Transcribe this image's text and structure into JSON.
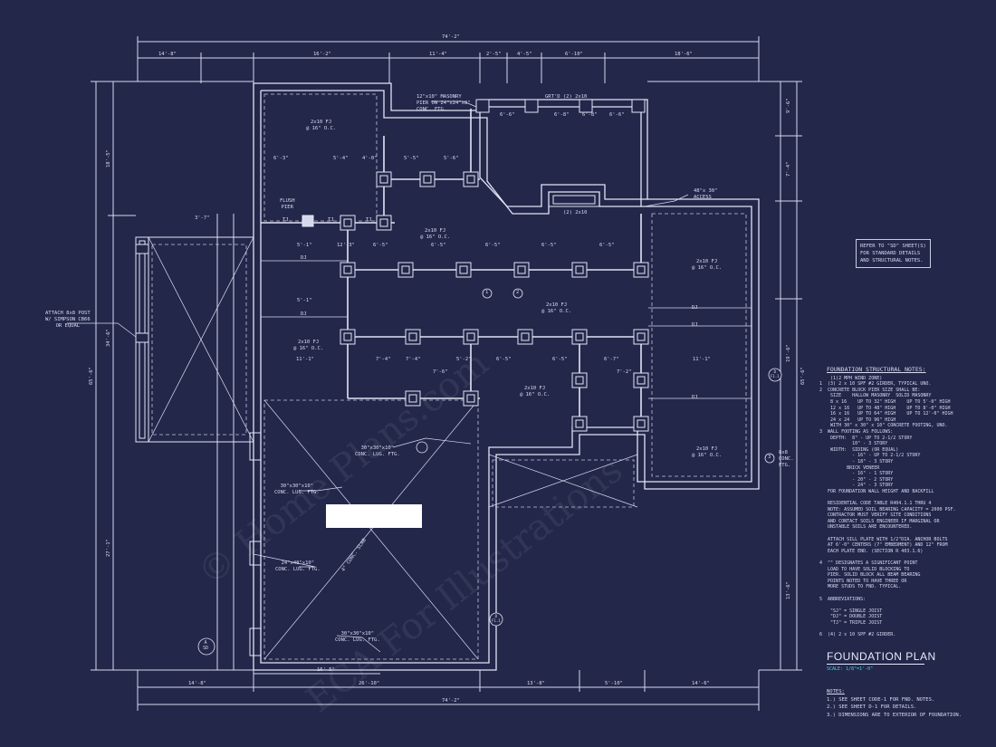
{
  "sheet": {
    "title": "FOUNDATION PLAN",
    "scale_label": "SCALE: 1/8\"=1'-0\"",
    "refer_note": "REFER TO \"SD\" SHEET(S)\nFOR STANDARD DETAILS\nAND STRUCTURAL NOTES.",
    "watermark_1": "© Home Plans.com",
    "watermark_2": "ECA For Illustrations"
  },
  "dimensions": {
    "overall_top": "74'-2\"",
    "overall_bottom": "74'-2\"",
    "top_segments": [
      "14'-8\"",
      "16'-2\"",
      "11'-4\"",
      "2'-5\"",
      "4'-5\"",
      "6'-10\"",
      "18'-6\""
    ],
    "bottom_segments": [
      "14'-8\"",
      "26'-10\"",
      "13'-8\"",
      "5'-10\"",
      "14'-6\""
    ],
    "bottom_inner": "16'-5\"",
    "left_overall": "65'-6\"",
    "right_overall": "65'-6\"",
    "left_segments": [
      "18'-5\"",
      "27'-1\"",
      "34'-6\""
    ],
    "right_segments": [
      "9'-6\"",
      "7'-4\"",
      "13'-6\"",
      "19'-6\""
    ],
    "interior": [
      "6'-3\"",
      "5'-4\"",
      "4'-0\"",
      "5'-5\"",
      "5'-6\"",
      "6'-6\"",
      "6'-8\"",
      "6'-8\"",
      "6'-6\"",
      "5'-1\"",
      "5'-1\"",
      "3'-7\"",
      "12'-3\"",
      "6'-5\"",
      "6'-5\"",
      "6'-5\"",
      "6'-5\"",
      "6'-5\"",
      "11'-1\"",
      "7'-4\"",
      "7'-4\"",
      "7'-6\"",
      "5'-2\"",
      "6'-5\"",
      "6'-5\"",
      "6'-7\"",
      "7'-2\"",
      "11'-1\""
    ]
  },
  "labels": {
    "masonry_pier": "12\"x10\" MASONRY\nPIER ON 24\"x24\"x8\"\nCONC. FTG.",
    "girder_top": "GRT'D (2) 2x10",
    "flush_pier": "FLUSH\nPIER",
    "access": "48\"x 30\"\nACCESS",
    "girder_mid": "(2) 2x10",
    "post_note": "ATTACH 8x8 POST\nW/ SIMPSON CB66\nOR EQUAL",
    "ftg_1": "30\"x30\"x10\"\nCONC. LUG. FTG.",
    "ftg_2": "30\"x30\"x10\"\nCONC. LUG. FTG.",
    "ftg_3": "24\"x48\"x10\"\nCONC. LUG. FTG.",
    "ftg_4": "30\"x30\"x10\"\nCONC. LUG. FTG.",
    "post_8x8": "8x8\nCONC.\nFTG.",
    "fj_labels": [
      "2x10 FJ\n@ 16\" O.C.",
      "2x10 FJ\n@ 16\" O.C.",
      "2x10 FJ\n@ 16\" O.C.",
      "2x10 FJ\n@ 16\" O.C.",
      "2x10 FJ\n@ 16\" O.C.",
      "2x10 FJ\n@ 16\" O.C.",
      "2x10 FJ\n@ 16\" O.C."
    ],
    "dj": "DJ",
    "tj": "TJ",
    "section_a": "A\nSD",
    "section_d": "D\nF1.1",
    "crawl": "4\" CONC. SLAB",
    "tag_1": "1",
    "tag_2": "2",
    "tag_3": "3"
  },
  "notes": {
    "heading": "FOUNDATION STRUCTURAL NOTES:",
    "items": [
      "    (1)2 MPH WIND ZONE)",
      "1  (3) 2 x 10 SPF #2 GIRDER, TYPICAL UNO.",
      "2  CONCRETE BLOCK PIER SIZE SHALL BE:",
      "    SIZE    HALLOW MASONRY  SOLID MASONRY",
      "    8 x 16    UP TO 32\" HIGH    UP TO 5'-0\" HIGH",
      "    12 x 16   UP TO 48\" HIGH    UP TO 8'-0\" HIGH",
      "    16 x 16   UP TO 64\" HIGH    UP TO 12'-0\" HIGH",
      "    24 x 24   UP TO 96\" HIGH",
      "    WITH 30\" x 30\" x 10\" CONCRETE FOOTING, UNO.",
      "3  WALL FOOTING AS FOLLOWS:",
      "    DEPTH:  8\" - UP TO 2-1/2 STORY",
      "            10\" - 3 STORY",
      "    WIDTH:  SIDING (OR EQUAL)",
      "            - 16\" - UP TO 2-1/2 STORY",
      "            - 18\" - 3 STORY",
      "          BRICK VENEER",
      "            - 16\" - 1 STORY",
      "            - 20\" - 2 STORY",
      "            - 24\" - 3 STORY",
      "   FOR FOUNDATION WALL HEIGHT AND BACKFILL",
      "",
      "   RESIDENTIAL CODE TABLE R404.1.1 THRU 4",
      "   NOTE: ASSUMED SOIL BEARING CAPACITY = 2000 PSF.",
      "   CONTRACTOR MUST VERIFY SITE CONDITIONS",
      "   AND CONTACT SOILS ENGINEER IF MARGINAL OR",
      "   UNSTABLE SOILS ARE ENCOUNTERED.",
      "",
      "   ATTACH SILL PLATE WITH 1/2\"DIA. ANCHOR BOLTS",
      "   AT 6'-0\" CENTERS (7\" EMBEDMENT) AND 12\" FROM",
      "   EACH PLATE END. (SECTION R 403.1.6)",
      "",
      "4  \"\" DESIGNATES A SIGNIFICANT POINT",
      "   LOAD TO HAVE SOLID BLOCKING TO",
      "   PIER. SOLID BLOCK ALL BEAM BEARING",
      "   POINTS NOTED TO HAVE THREE OR",
      "   MORE STUDS TO FND. TYPICAL.",
      "",
      "5  ABBREVIATIONS:",
      "",
      "    \"SJ\" = SINGLE JOIST",
      "    \"DJ\" = DOUBLE JOIST",
      "    \"TJ\" = TRIPLE JOIST",
      "",
      "6  (4) 2 x 10 SPF #2 GIRDER."
    ]
  },
  "general_notes": {
    "heading": "NOTES:",
    "items": [
      "1.) SEE SHEET CODE-1 FOR FND. NOTES.",
      "2.) SEE SHEET D-1 FOR DETAILS.",
      "3.) DIMENSIONS ARE TO EXTERIOR OF FOUNDATION."
    ]
  }
}
